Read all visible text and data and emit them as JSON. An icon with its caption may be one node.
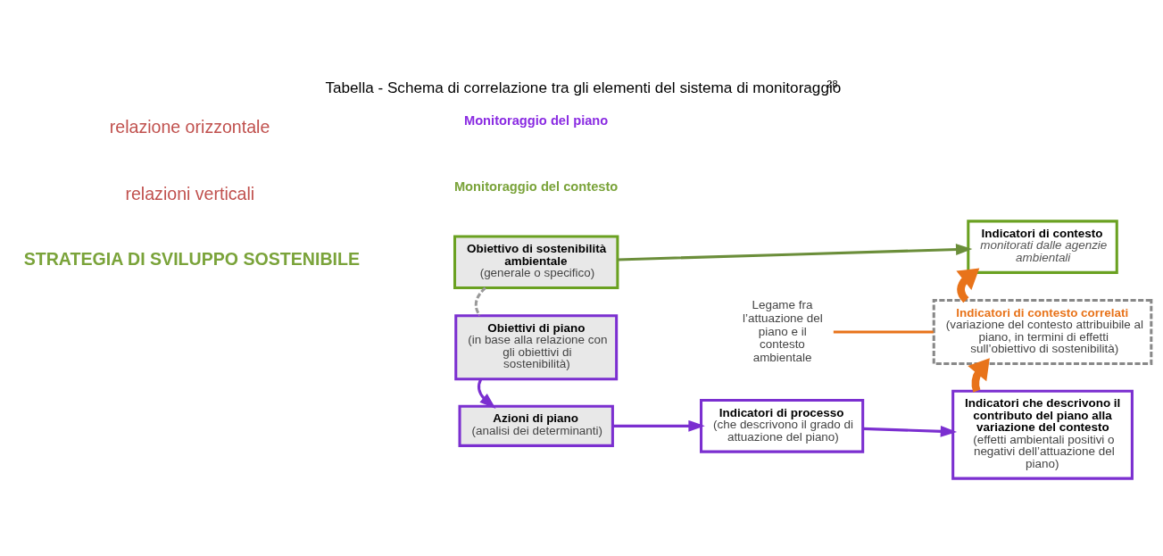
{
  "diagram": {
    "title": "Tabella - Schema di correlazione tra gli elementi del sistema di monitoraggio$^{28}$",
    "nodes": [
      {
        "text": [
          "Obiettivo di sostenibilità ambientale",
          "(generale o specifico)"
        ]
      },
      {
        "text": [
          "Indicatori di contesto",
          "monitorati dalle agenzie ambientali"
        ]
      },
      {
        "text": [
          "Indicatori di contesto correlati",
          "(variazione del contesto attribuibile al piano, in termini di effetti sull’obiettivo di sostenibilità)"
        ]
      },
      {
        "text": [
          "Legame fra l’attuazione del piano e il contesto ambientale"
        ]
      },
      {
        "text": [
          "Obiettivi di piano",
          "(in base alla relazione con gli obiettivi di sostenibilità)"
        ]
      },
      {
        "text": [
          "Azioni di piano",
          "(analisi dei determinanti)"
        ]
      },
      {
        "text": [
          "Indicatori di processo",
          "(che descrivono il grado di attuazione del piano)"
        ]
      },
      {
        "text": [
          "Indicatori che descrivono il contributo del piano alla variazione del contesto",
          "(effetti ambientali positivi o negativi dell’attuazione del piano)"
        ]
      }
    ],
    "edges": [
      {
        "from": 0,
        "to": 1,
        "arrow": "to",
        "color": "#6b8e3a"
      },
      {
        "from": 0,
        "to": 4,
        "arrow": "none",
        "style": "dashed",
        "color": "#999999"
      },
      {
        "from": 3,
        "to": 2,
        "arrow": "none",
        "color": "#e8731a"
      },
      {
        "from": 2,
        "to": 1,
        "arrow": "to",
        "style": "thick",
        "color": "#e8731a"
      },
      {
        "from": 7,
        "to": 2,
        "arrow": "to",
        "style": "thick",
        "color": "#e8731a"
      },
      {
        "from": 4,
        "to": 5,
        "arrow": "to",
        "color": "#7b2fd0"
      },
      {
        "from": 5,
        "to": 6,
        "arrow": "to",
        "color": "#7b2fd0"
      },
      {
        "from": 6,
        "to": 7,
        "arrow": "to",
        "color": "#7b2fd0"
      }
    ],
    "labels": [
      "STRATEGIA DI SVILUPPO SOSTENIBILE",
      "Monitoraggio del contesto",
      "Monitoraggio del piano",
      "relazioni verticali",
      "relazione orizzontale"
    ]
  }
}
